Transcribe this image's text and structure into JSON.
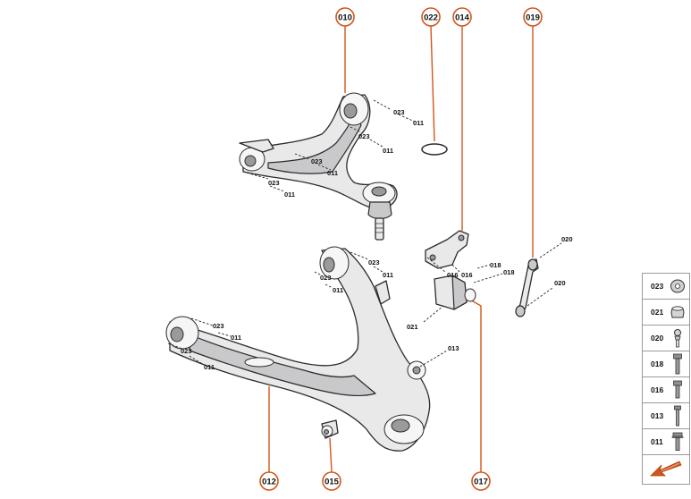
{
  "callouts": [
    {
      "label": "010"
    },
    {
      "label": "022"
    },
    {
      "label": "014"
    },
    {
      "label": "019"
    },
    {
      "label": "012"
    },
    {
      "label": "015"
    },
    {
      "label": "017"
    }
  ],
  "refs": {
    "r1": "023",
    "r2": "011",
    "r3": "023",
    "r4": "011",
    "r5": "023",
    "r6": "011",
    "r7": "023",
    "r8": "011",
    "r9": "023",
    "r10": "011",
    "r11": "023",
    "r12": "011",
    "r13": "023",
    "r14": "011",
    "r15": "023",
    "r16": "011",
    "r17": "016",
    "r18": "016",
    "r19": "018",
    "r20": "018",
    "r21": "021",
    "r22": "013",
    "r23": "020",
    "r24": "020"
  },
  "legend": {
    "items": [
      {
        "code": "023",
        "icon": "washer-icon"
      },
      {
        "code": "021",
        "icon": "nut-icon"
      },
      {
        "code": "020",
        "icon": "ball-stud-icon"
      },
      {
        "code": "018",
        "icon": "bolt-long-icon"
      },
      {
        "code": "016",
        "icon": "bolt-short-icon"
      },
      {
        "code": "013",
        "icon": "bolt-thin-icon"
      },
      {
        "code": "011",
        "icon": "bolt-flange-icon"
      }
    ],
    "nav_icon": "arrow-down-left-icon",
    "accent": "#d2561b"
  }
}
